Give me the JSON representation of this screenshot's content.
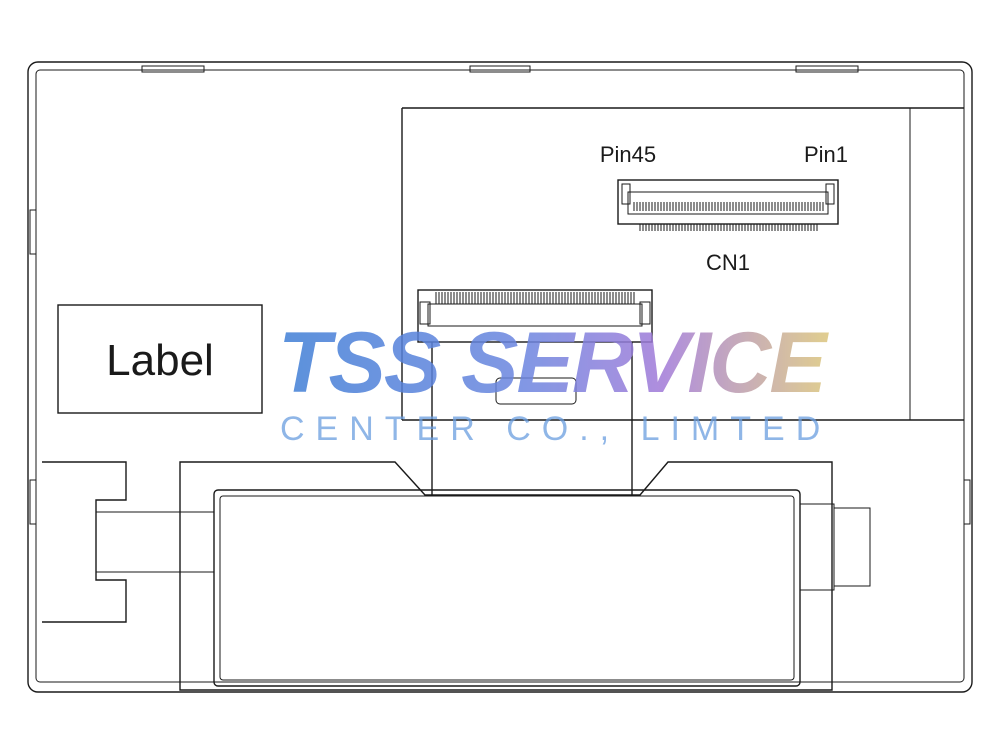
{
  "labels": {
    "label_box": "Label",
    "pin45": "Pin45",
    "pin1": "Pin1",
    "cn1": "CN1"
  },
  "watermark": {
    "title": "TSS SERVICE",
    "subtitle": "CENTER CO., LIMTED"
  },
  "colors": {
    "line": "#1a1a1a",
    "watermark_blue": "#3f7fd6",
    "watermark_purple": "#9a76d6",
    "watermark_gold": "#d8c27a",
    "watermark_sub": "#6a9ee0"
  }
}
